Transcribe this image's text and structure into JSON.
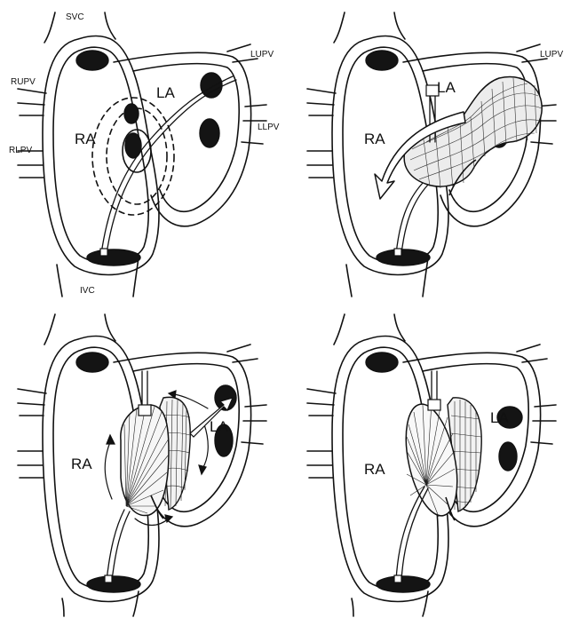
{
  "labels": {
    "svc": "SVC",
    "ivc": "IVC",
    "rupv": "RUPV",
    "rlpv": "RLPV",
    "lupv": "LUPV",
    "llpv": "LLPV",
    "ra": "RA",
    "la": "LA"
  },
  "colors": {
    "ink": "#111111",
    "paper": "#ffffff",
    "lumen": "#141414"
  },
  "panels": [
    {
      "step": 1,
      "content": "catheter crossing septum into left atrium"
    },
    {
      "step": 2,
      "content": "balloon across septum, arrow toward right atrium"
    },
    {
      "step": 3,
      "content": "occluder discs deploying with flow arrows"
    },
    {
      "step": 4,
      "content": "occluder discs deployed on both sides of septum"
    }
  ]
}
